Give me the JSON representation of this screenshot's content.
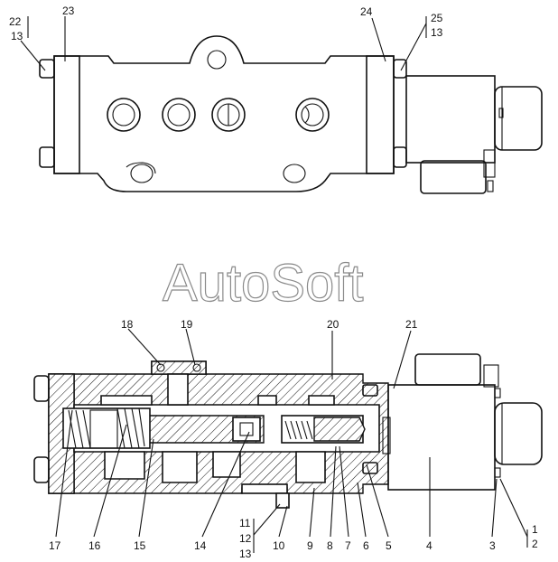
{
  "watermark": "AutoSoft",
  "top_view": {
    "callouts": [
      {
        "id": "c22",
        "text": "22"
      },
      {
        "id": "c13a",
        "text": "13"
      },
      {
        "id": "c23",
        "text": "23"
      },
      {
        "id": "c24",
        "text": "24"
      },
      {
        "id": "c25",
        "text": "25"
      },
      {
        "id": "c13b",
        "text": "13"
      }
    ]
  },
  "section_view": {
    "callouts": [
      {
        "id": "c18",
        "text": "18"
      },
      {
        "id": "c19",
        "text": "19"
      },
      {
        "id": "c20",
        "text": "20"
      },
      {
        "id": "c21",
        "text": "21"
      },
      {
        "id": "c17",
        "text": "17"
      },
      {
        "id": "c16",
        "text": "16"
      },
      {
        "id": "c15",
        "text": "15"
      },
      {
        "id": "c14",
        "text": "14"
      },
      {
        "id": "c11",
        "text": "11"
      },
      {
        "id": "c12",
        "text": "12"
      },
      {
        "id": "c13c",
        "text": "13"
      },
      {
        "id": "c10",
        "text": "10"
      },
      {
        "id": "c9",
        "text": "9"
      },
      {
        "id": "c8",
        "text": "8"
      },
      {
        "id": "c7",
        "text": "7"
      },
      {
        "id": "c6",
        "text": "6"
      },
      {
        "id": "c5",
        "text": "5"
      },
      {
        "id": "c4",
        "text": "4"
      },
      {
        "id": "c3",
        "text": "3"
      },
      {
        "id": "c1",
        "text": "1"
      },
      {
        "id": "c2",
        "text": "2"
      }
    ]
  }
}
